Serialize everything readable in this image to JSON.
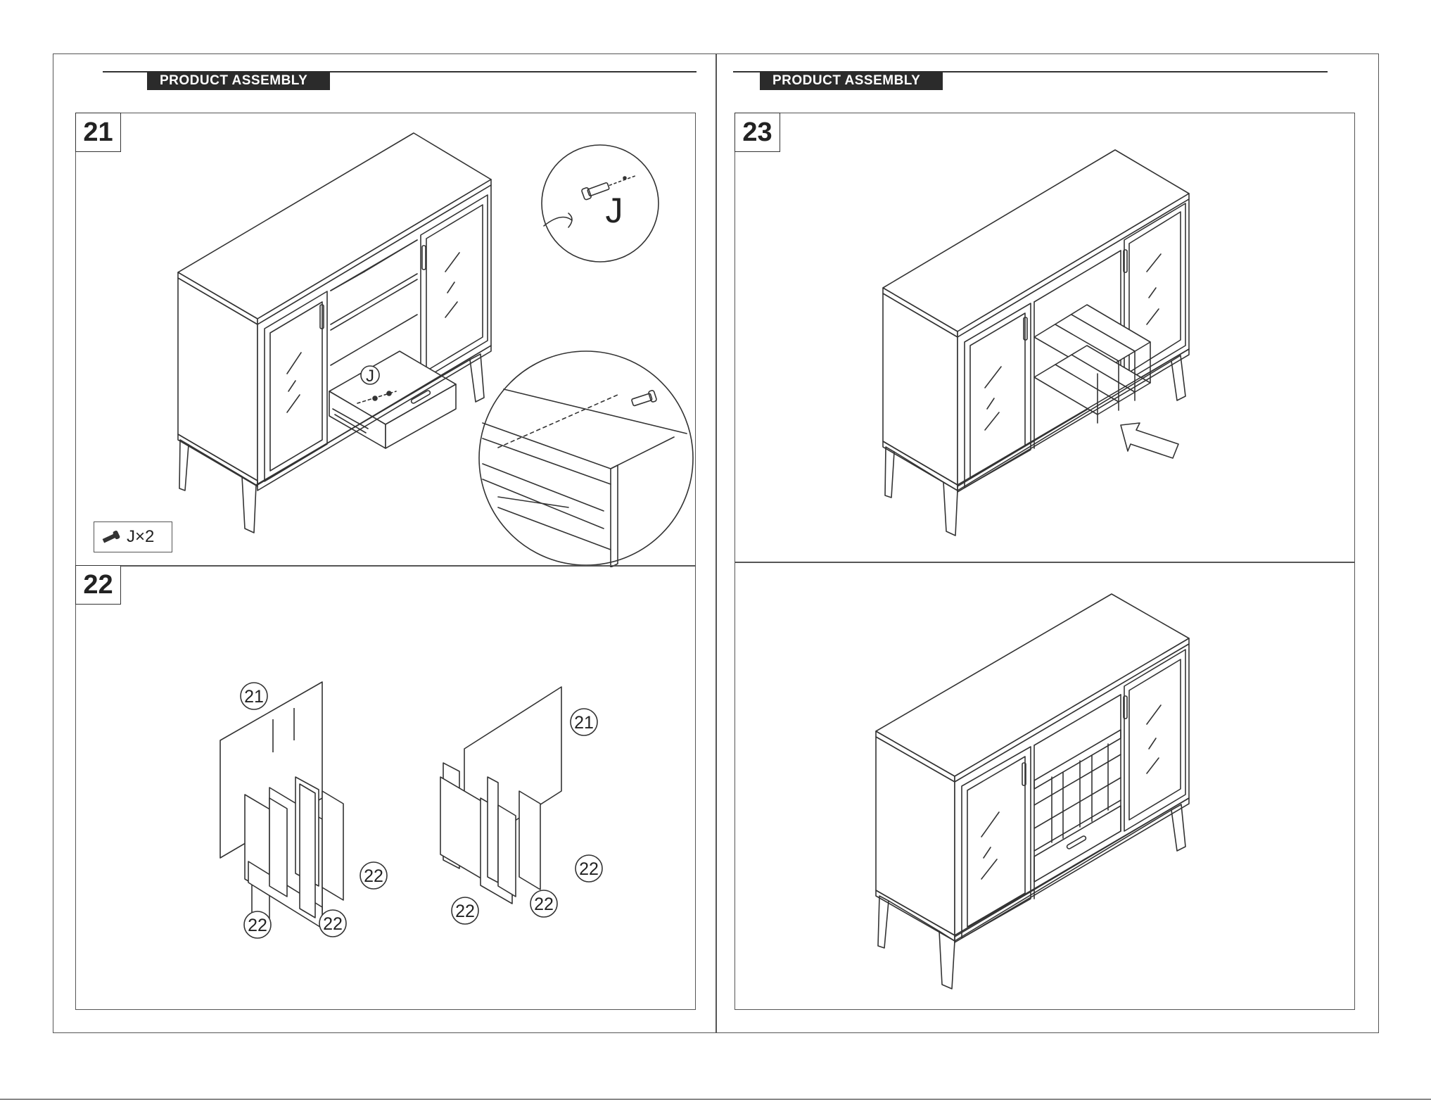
{
  "left_page": {
    "header": "PRODUCT ASSEMBLY",
    "steps": [
      {
        "number": "21",
        "detail_label": "J",
        "drawer_label": "J",
        "hardware": {
          "part": "J",
          "qty_text": "J×2",
          "icon": "screw-icon"
        }
      },
      {
        "number": "22",
        "left_group_labels": [
          "21",
          "22",
          "22",
          "22"
        ],
        "right_group_labels": [
          "21",
          "22",
          "22",
          "22"
        ]
      }
    ]
  },
  "right_page": {
    "header": "PRODUCT ASSEMBLY",
    "steps": [
      {
        "number": "23",
        "icon": "arrow-icon"
      },
      {
        "number": ""
      }
    ]
  },
  "colors": {
    "line": "#333333",
    "frame": "#555555",
    "tab": "#2b2b2b"
  }
}
